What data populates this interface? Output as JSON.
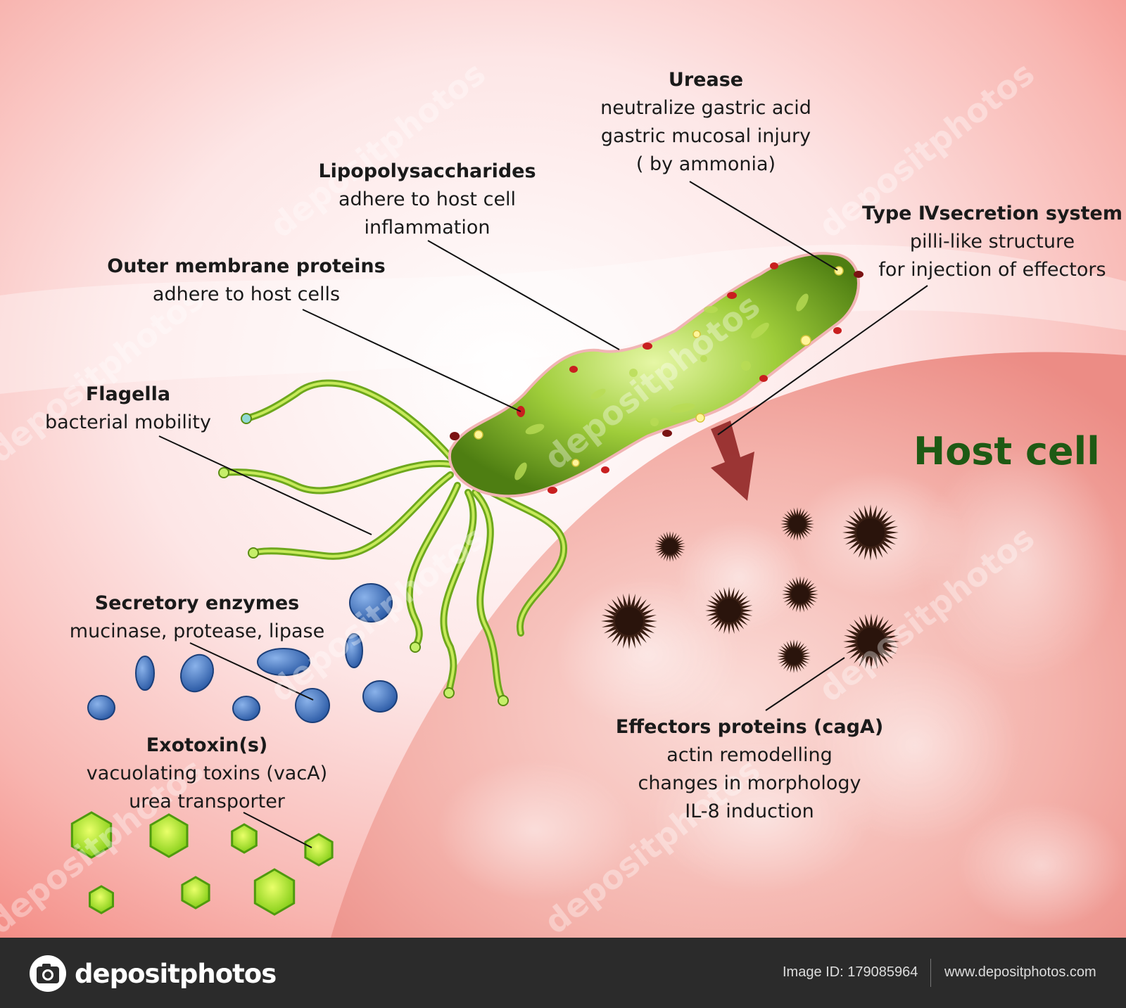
{
  "colors": {
    "background": "#f7b1aa",
    "host_cell": "#f2a49c",
    "bacterium": "#8cbd2c",
    "host_title": "#1e5a14",
    "footer_bg": "#2b2b2b"
  },
  "labels": {
    "urease": {
      "title": "Urease",
      "lines": [
        "neutralize gastric acid",
        "gastric mucosal injury",
        "( by ammonia)"
      ]
    },
    "lps": {
      "title": "Lipopolysaccharides",
      "lines": [
        "adhere to host cell",
        "inflammation"
      ]
    },
    "omp": {
      "title": "Outer membrane proteins",
      "lines": [
        "adhere to host cells"
      ]
    },
    "t4ss": {
      "title": "Type Ⅳsecretion system",
      "lines": [
        "pilli-like structure",
        "for injection of effectors"
      ]
    },
    "flagella": {
      "title": "Flagella",
      "lines": [
        "bacterial mobility"
      ]
    },
    "enzymes": {
      "title": "Secretory enzymes",
      "lines": [
        "mucinase, protease, lipase"
      ]
    },
    "exotoxin": {
      "title": "Exotoxin(s)",
      "lines": [
        "vacuolating toxins (vacA)",
        "urea transporter"
      ]
    },
    "effectors": {
      "title": "Effectors proteins (cagA)",
      "lines": [
        "actin remodelling",
        "changes in morphology",
        "IL-8 induction"
      ]
    }
  },
  "host_cell_label": "Host cell",
  "footer": {
    "logo_text": "depositphotos",
    "image_id": "Image ID: 179085964",
    "website": "www.depositphotos.com"
  },
  "icons": [
    "camera-icon"
  ]
}
